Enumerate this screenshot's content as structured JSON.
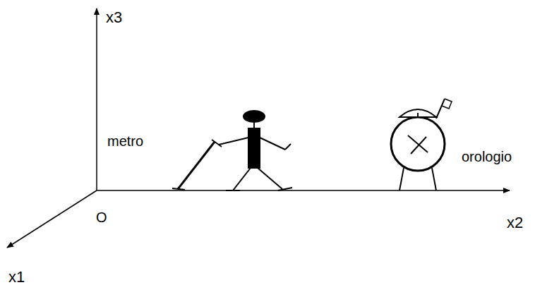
{
  "diagram": {
    "labels": [
      "x3",
      "x2",
      "x1",
      "O",
      "metro",
      "orologio"
    ]
  }
}
